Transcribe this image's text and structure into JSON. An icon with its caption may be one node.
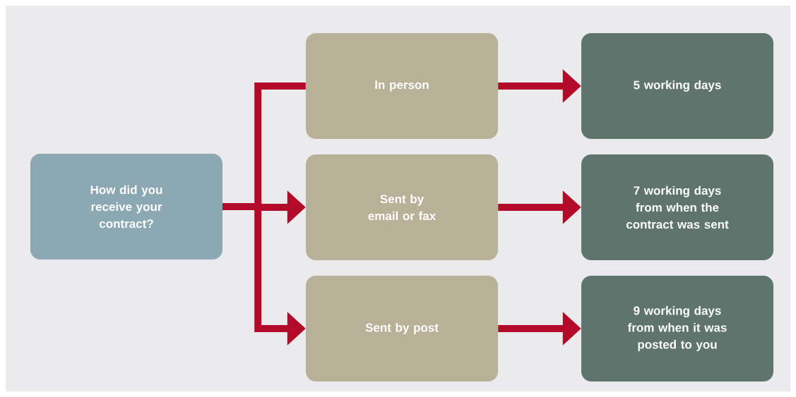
{
  "diagram": {
    "nodes": [
      {
        "text": [
          "How did you receive your contract?"
        ]
      },
      {
        "text": [
          "In person"
        ]
      },
      {
        "text": [
          "Sent by email or fax"
        ]
      },
      {
        "text": [
          "Sent by post"
        ]
      },
      {
        "text": [
          "5 working days"
        ]
      },
      {
        "text": [
          "7 working days from when the contract was sent"
        ]
      },
      {
        "text": [
          "9 working days from when it was posted to you"
        ]
      }
    ],
    "edges": [
      {
        "from": 0,
        "to": 1,
        "arrow": "none"
      },
      {
        "from": 0,
        "to": 2,
        "arrow": "to"
      },
      {
        "from": 0,
        "to": 3,
        "arrow": "to"
      },
      {
        "from": 1,
        "to": 4,
        "arrow": "to"
      },
      {
        "from": 2,
        "to": 5,
        "arrow": "to"
      },
      {
        "from": 3,
        "to": 6,
        "arrow": "to"
      }
    ]
  }
}
